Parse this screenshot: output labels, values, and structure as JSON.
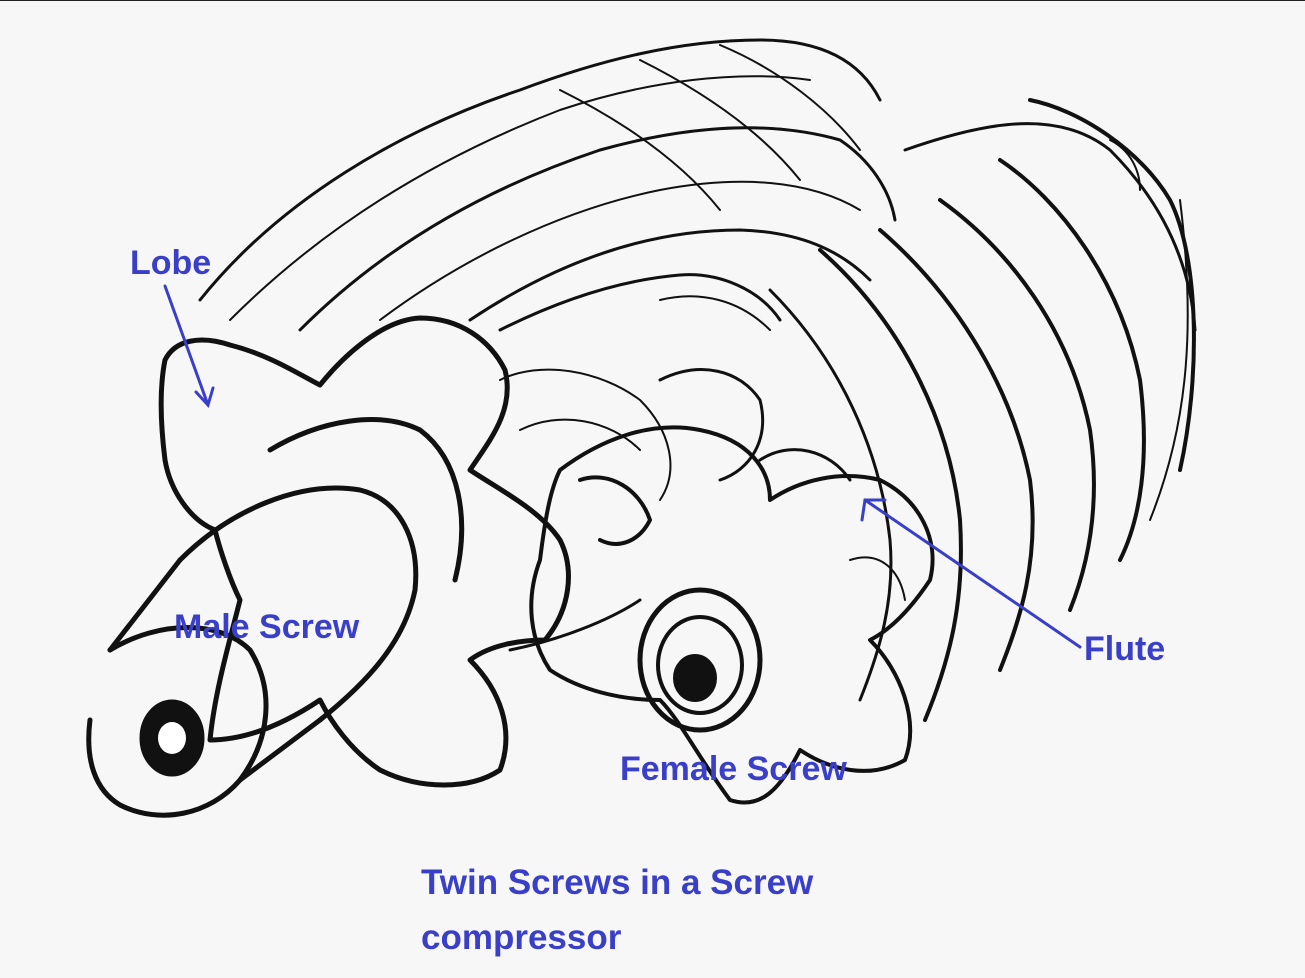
{
  "labels": {
    "lobe": "Lobe",
    "male_screw": "Male Screw",
    "female_screw": "Female Screw",
    "flute": "Flute"
  },
  "caption": {
    "line1": "Twin Screws in a Screw",
    "line2": "compressor"
  },
  "colors": {
    "label_blue": "#3a3fc8",
    "line_ink": "#111111",
    "background": "#f7f7f7"
  }
}
